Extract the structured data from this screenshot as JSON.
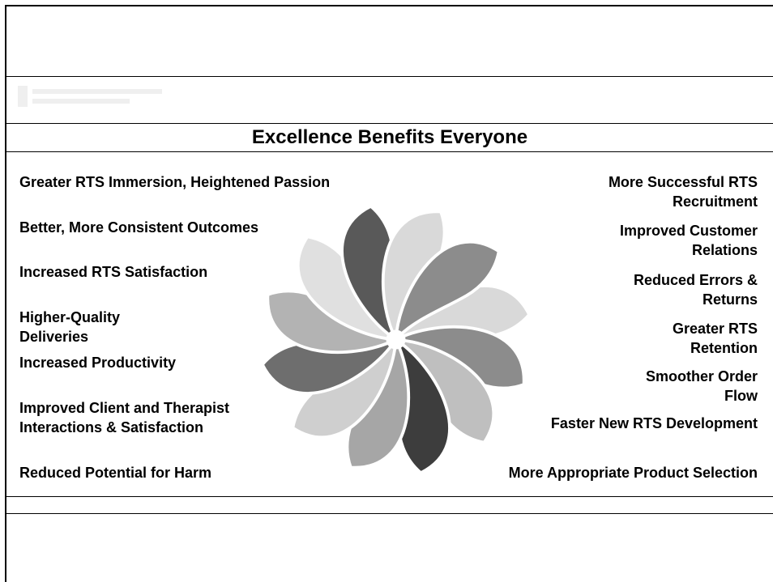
{
  "slide": {
    "title": "Excellence Benefits Everyone",
    "left_benefits": [
      "Greater RTS Immersion, Heightened Passion",
      "Better, More Consistent Outcomes",
      "Increased RTS Satisfaction",
      "Higher-Quality\nDeliveries",
      "Increased Productivity",
      "Improved Client and Therapist\nInteractions & Satisfaction",
      "Reduced Potential for Harm"
    ],
    "right_benefits": [
      "More Successful RTS\nRecruitment",
      "Improved Customer\nRelations",
      "Reduced Errors &\nReturns",
      "Greater RTS\nRetention",
      "Smoother Order\nFlow",
      "Faster New RTS Development",
      "More Appropriate Product Selection"
    ]
  },
  "colors": {
    "spiral_shades": [
      "#d9d9d9",
      "#8c8c8c",
      "#bfbfbf",
      "#3d3d3d",
      "#a6a6a6",
      "#cfcfcf",
      "#6e6e6e",
      "#b3b3b3",
      "#e0e0e0",
      "#595959"
    ]
  }
}
